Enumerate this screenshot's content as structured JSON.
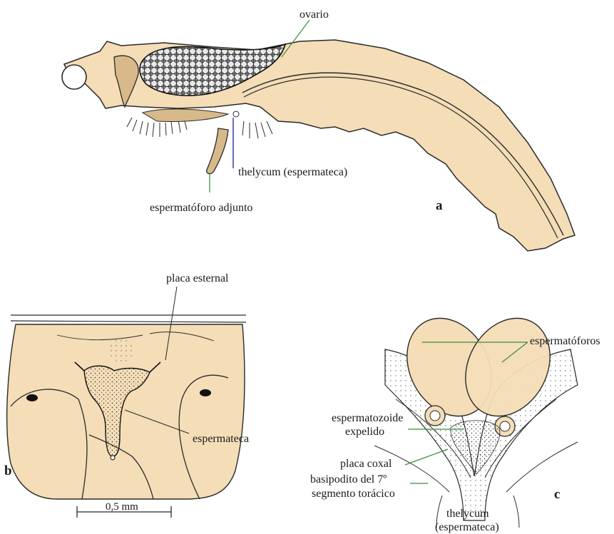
{
  "colors": {
    "body": "#f4ddb7",
    "outline": "#2a2a2a",
    "green_leader": "#3c8a3c",
    "blue_leader": "#2b2fa0"
  },
  "panel_a": {
    "letter": "a",
    "labels": {
      "ovario": "ovario",
      "thelycum": "thelycum (espermateca)",
      "espermatoforo": "espermatóforo adjunto"
    }
  },
  "panel_b": {
    "letter": "b",
    "labels": {
      "placa_esternal": "placa esternal",
      "espermateca": "espermateca"
    },
    "scale_bar": "0,5 mm"
  },
  "panel_c": {
    "letter": "c",
    "labels": {
      "espermatoforos": "espermatóforos",
      "espermatozoide_1": "espermatozoide",
      "espermatozoide_2": "expelido",
      "placa_coxal": "placa coxal",
      "basipodito_1": "basipodito del 7º",
      "basipodito_2": "segmento torácico",
      "thelycum_1": "thelycum",
      "thelycum_2": "(espermateca)"
    }
  }
}
